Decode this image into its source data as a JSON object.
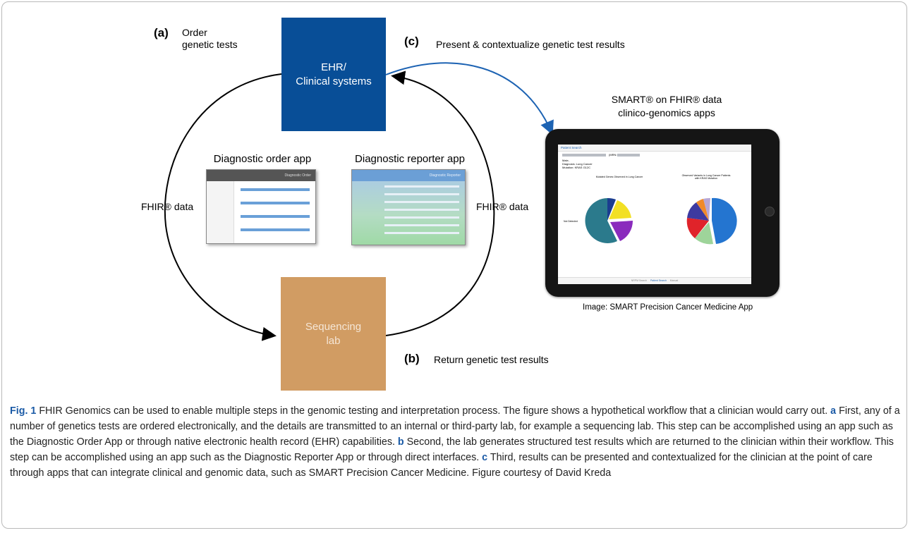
{
  "labels": {
    "a_letter": "(a)",
    "a_text": "Order\ngenetic tests",
    "c_letter": "(c)",
    "c_text": "Present & contextualize genetic test results",
    "b_letter": "(b)",
    "b_text": "Return genetic test results",
    "fhir_left": "FHIR® data",
    "fhir_right": "FHIR® data",
    "ehr_box": "EHR/\nClinical systems",
    "lab_box": "Sequencing\nlab",
    "order_app": "Diagnostic order app",
    "reporter_app": "Diagnostic reporter app",
    "smart_title": "SMART® on FHIR® data\nclinico-genomics apps",
    "image_credit": "Image: SMART Precision Cancer Medicine App"
  },
  "mini_apps": {
    "order_header": "Diagnostic Order",
    "reporter_header": "Diagnostic Reporter"
  },
  "tablet": {
    "back": "Patient Search",
    "mrn": "(MRN:",
    "patient_lines": [
      "Male,",
      "Diagnosis: Lung Cancer",
      "Mutation: KRAS G12C"
    ],
    "chart1_title": "Mutated Genes Observed in Lung Cancer",
    "chart2_title": "Observed Variants in Lung Cancer Patients\nwith KRAS Mutation",
    "not_detected": "Not Detected",
    "tabs": [
      "NRPM Search",
      "Patient Search",
      "Manual"
    ]
  },
  "caption": {
    "fig": "Fig. 1",
    "intro": " FHIR Genomics can be used to enable multiple steps in the genomic testing and interpretation process. The figure shows a hypothetical workflow that a clinician would carry out. ",
    "a": "a",
    "a_text": " First, any of a number of genetics tests are ordered electronically, and the details are transmitted to an internal or third-party lab, for example a sequencing lab. This step can be accomplished using an app such as the Diagnostic Order App or through native electronic health record (EHR) capabilities. ",
    "b": "b",
    "b_text": " Second, the lab generates structured test results which are returned to the clinician within their workflow. This step can be accomplished using an app such as the Diagnostic Reporter App or through direct interfaces. ",
    "c": "c",
    "c_text": " Third, results can be presented and contextualized for the clinician at the point of care through apps that can integrate clinical and genomic data, such as SMART Precision Cancer Medicine. Figure courtesy of David Kreda"
  },
  "colors": {
    "ehr": "#084e97",
    "lab": "#d19c63",
    "arrow_blue": "#1d63b3",
    "caption_accent": "#1a5aa6"
  }
}
